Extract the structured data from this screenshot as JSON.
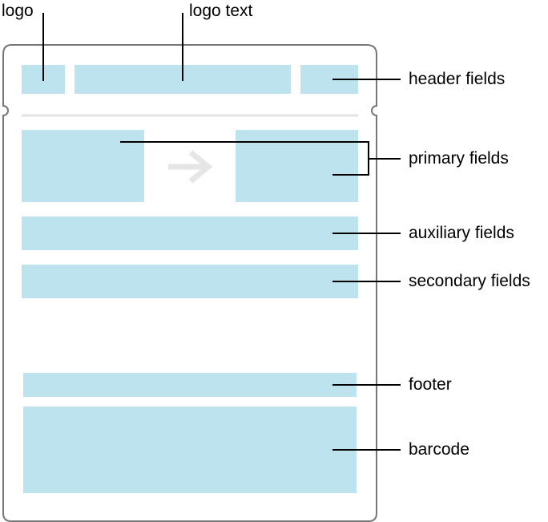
{
  "labels": {
    "logo": "logo",
    "logo_text": "logo text",
    "header_fields": "header fields",
    "primary_fields": "primary fields",
    "auxiliary_fields": "auxiliary fields",
    "secondary_fields": "secondary fields",
    "footer": "footer",
    "barcode": "barcode"
  },
  "colors": {
    "field_fill": "#bce3ee",
    "outline": "#777777",
    "divider": "#e3e3e3",
    "arrow": "#e6e6e6",
    "leader_line": "#000000"
  },
  "icons": {
    "transit_arrow": "right-arrow-icon"
  }
}
